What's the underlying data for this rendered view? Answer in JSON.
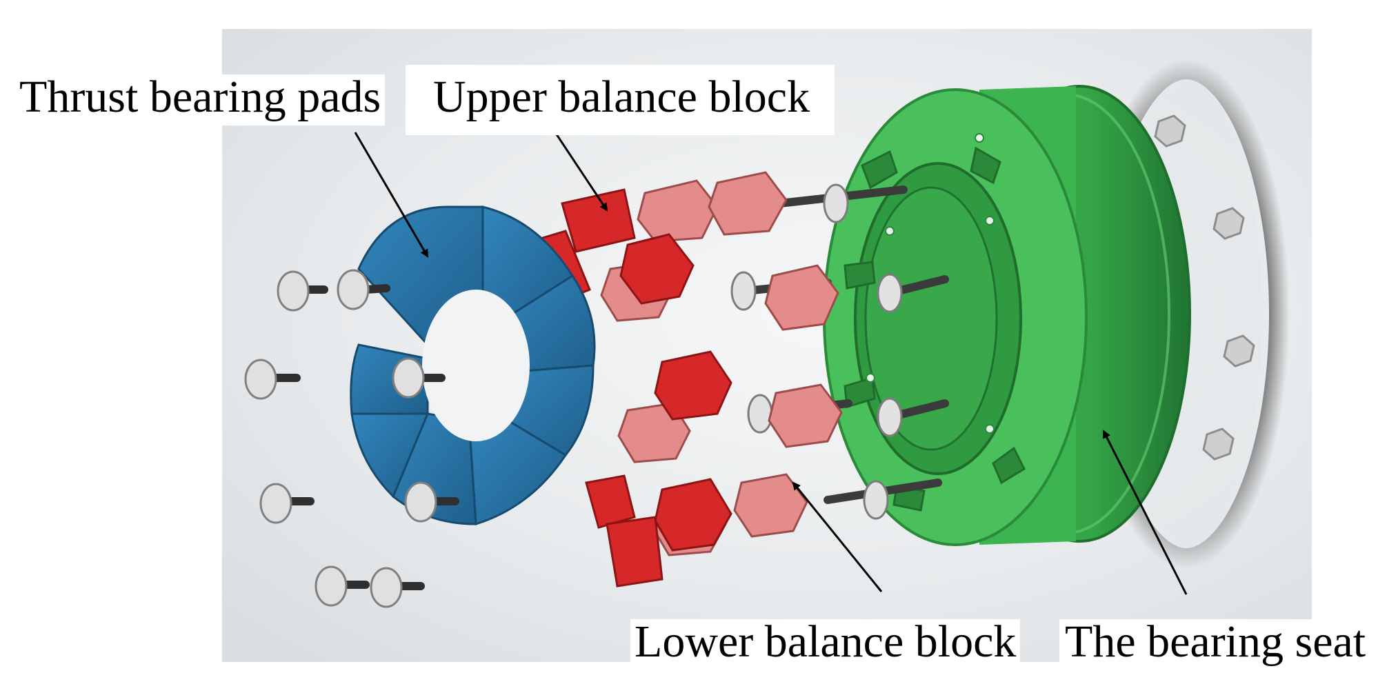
{
  "labels": {
    "thrust_pads": "Thrust bearing pads",
    "upper_balance": "Upper balance block",
    "lower_balance": "Lower balance block",
    "bearing_seat": "The bearing seat"
  },
  "colors": {
    "background": "#e9ecee",
    "thrust_pad": "#2a78aa",
    "thrust_pad_dark": "#1d5a83",
    "upper_block": "#d92a2a",
    "lower_block": "#e58e8e",
    "bearing_seat": "#36a847",
    "bearing_seat_dark": "#237a33",
    "shadow": "#2e2e2e",
    "bolt": "#dcdcdc",
    "arrow": "#000000"
  }
}
